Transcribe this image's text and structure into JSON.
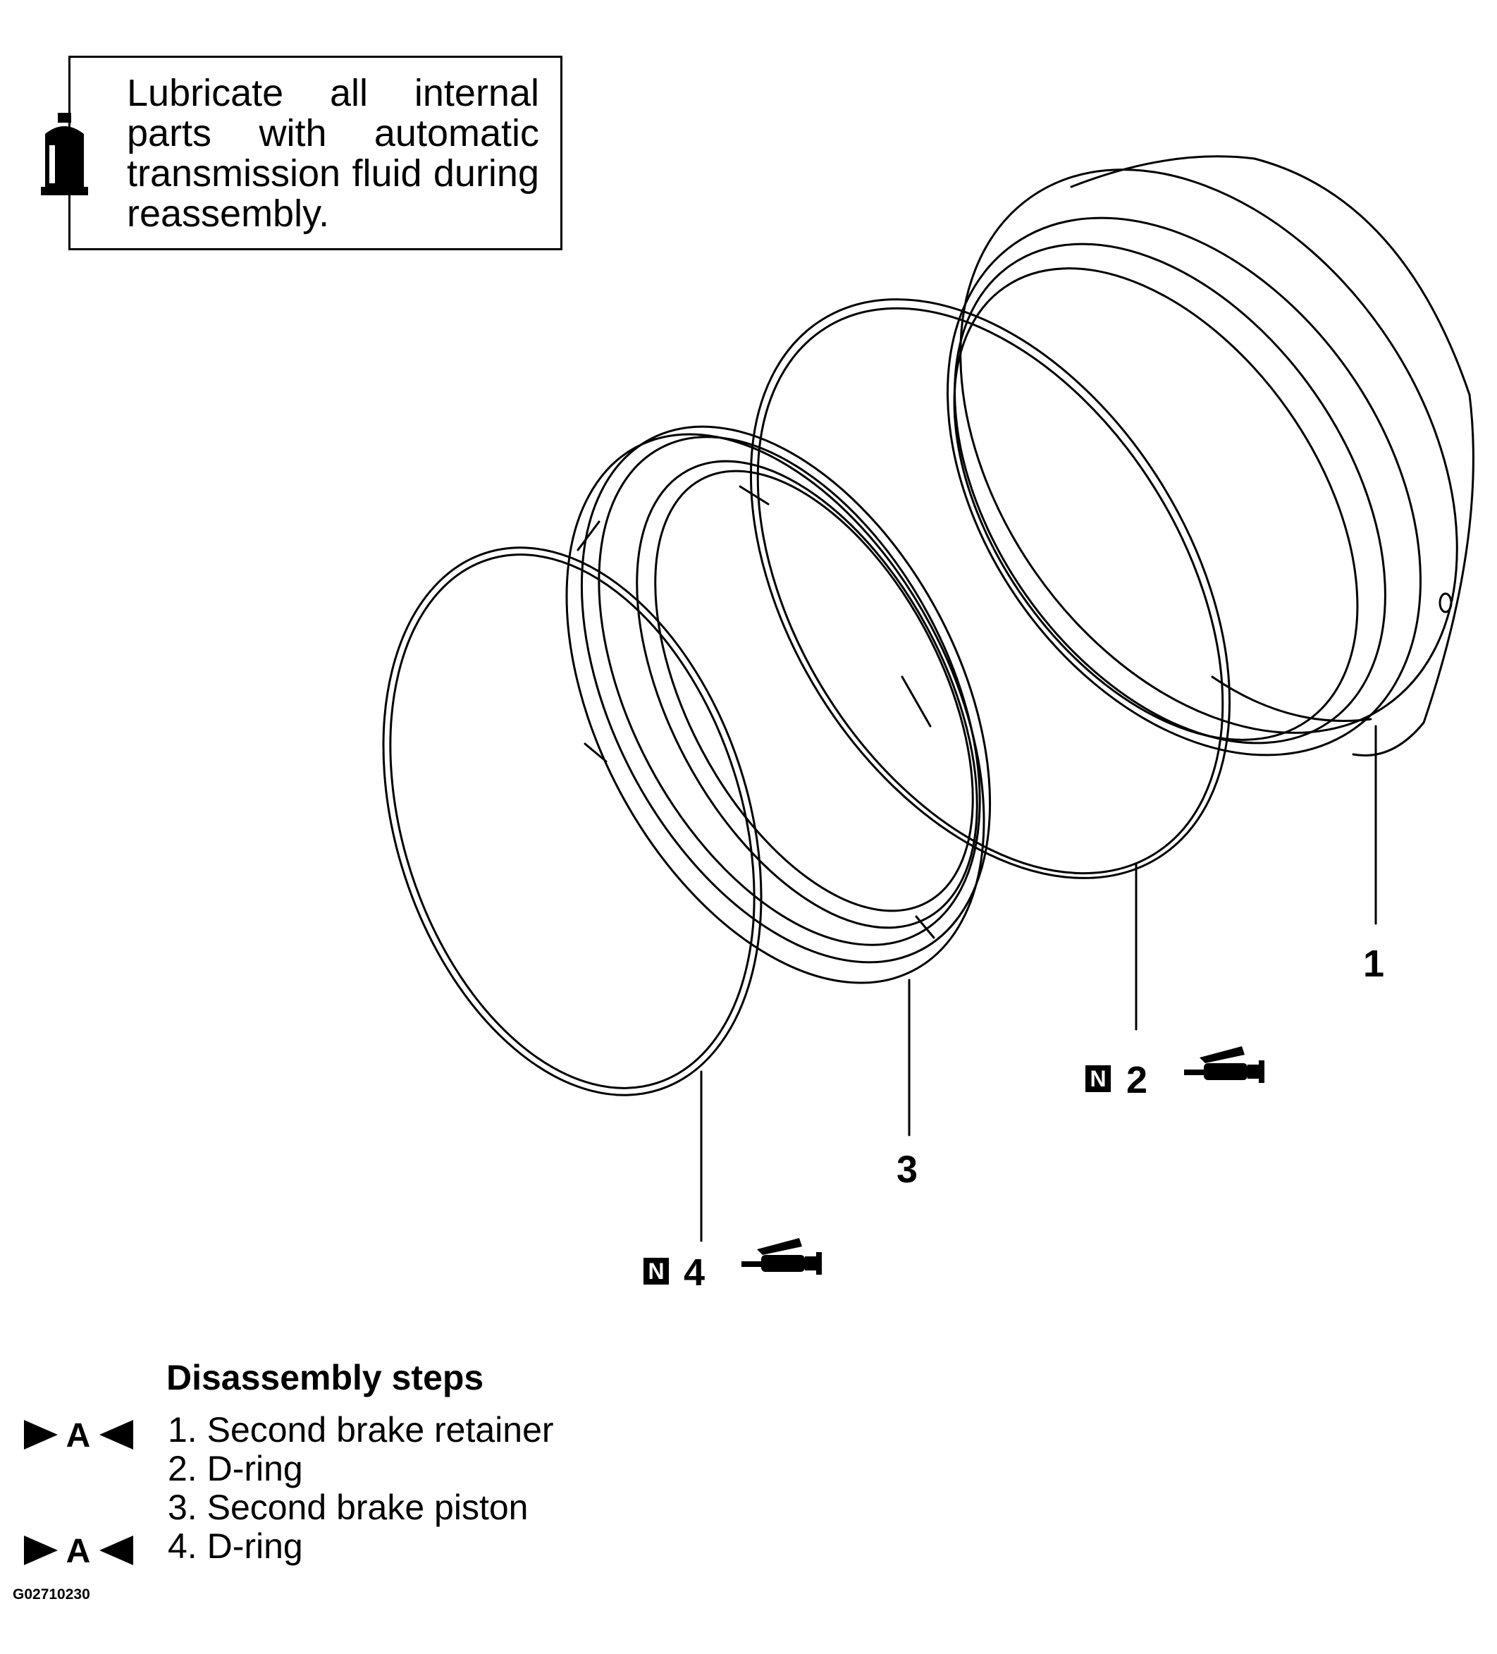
{
  "note": {
    "lines": [
      "Lubricate all internal",
      "parts with automatic",
      "transmission fluid during",
      "reassembly."
    ],
    "icon": "oil-can-icon"
  },
  "callouts": {
    "part1": "1",
    "part2": "2",
    "part3": "3",
    "part4": "4",
    "badge": "N"
  },
  "steps": {
    "title": "Disassembly steps",
    "marker": "A",
    "items": [
      "1. Second brake retainer",
      "2. D-ring",
      "3. Second brake piston",
      "4. D-ring"
    ]
  },
  "figure_code": "G02710230",
  "icons": [
    "oil-can-icon",
    "grease-gun-icon",
    "arrow-marker-icon"
  ]
}
